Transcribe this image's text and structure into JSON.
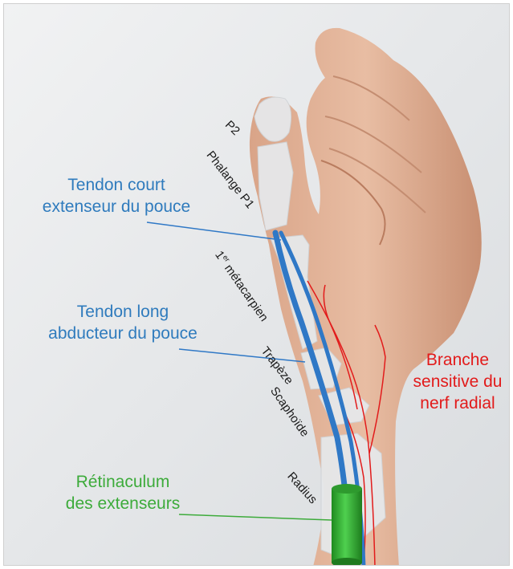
{
  "labels": {
    "tendon_court": [
      "Tendon court",
      "extenseur du pouce"
    ],
    "tendon_long": [
      "Tendon long",
      "abducteur du pouce"
    ],
    "nerf": [
      "Branche",
      "sensitive du",
      "nerf radial"
    ],
    "retinaculum": [
      "Rétinaculum",
      "des extenseurs"
    ]
  },
  "bones": {
    "p2": "P2",
    "p1": "Phalange P1",
    "metacarpien_num": "1",
    "metacarpien_sup": "er",
    "metacarpien_word": " métacarpien",
    "trapeze": "Trapèze",
    "scaphoide": "Scaphoïde",
    "radius": "Radius"
  },
  "colors": {
    "tendon": "#2f78c6",
    "nerve": "#e21b1b",
    "retinaculum": "#33b633",
    "bone": "#e6e8ea",
    "skin": "#dfae92"
  }
}
